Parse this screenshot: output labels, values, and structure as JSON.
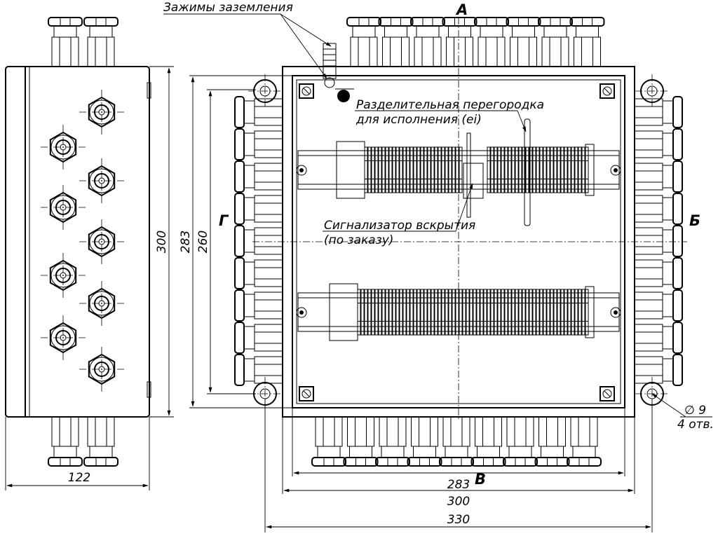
{
  "labels": {
    "grounding": "Зажимы заземления",
    "partition_line1": "Разделительная перегородка",
    "partition_line2": "для исполнения (ei)",
    "signal_line1": "Сигнализатор вскрытия",
    "signal_line2": "(по заказу)",
    "hole_dia": "∅ 9",
    "hole_count": "4 отв."
  },
  "sides": {
    "top": "А",
    "right": "Б",
    "bottom": "В",
    "left": "Г"
  },
  "dimensions": {
    "side_width": "122",
    "side_height": "300",
    "height_283": "283",
    "height_260": "260",
    "width_283": "283",
    "width_300": "300",
    "width_330": "330"
  }
}
